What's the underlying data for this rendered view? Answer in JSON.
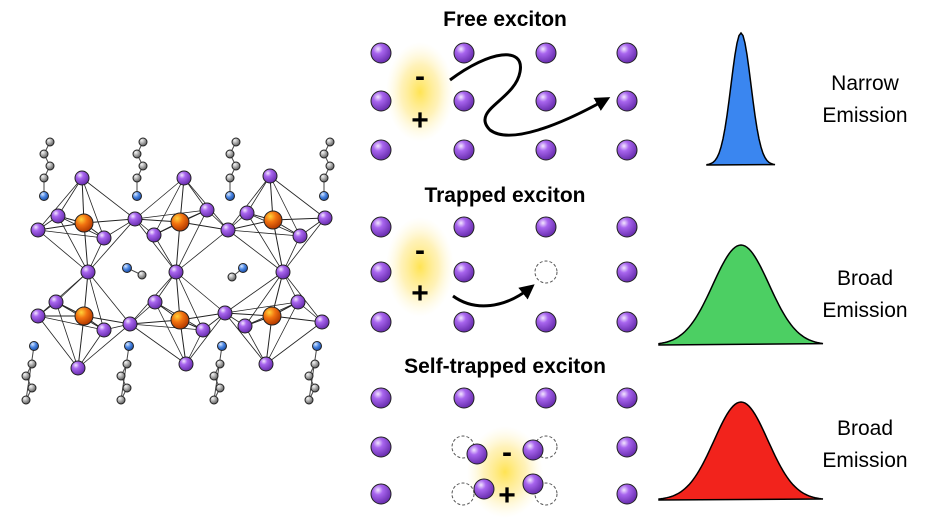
{
  "panels": {
    "free": {
      "title": "Free exciton",
      "emission_line1": "Narrow",
      "emission_line2": "Emission",
      "peak_color": "#3a86f0"
    },
    "trapped": {
      "title": "Trapped exciton",
      "emission_line1": "Broad",
      "emission_line2": "Emission",
      "peak_color": "#4ccf63"
    },
    "self_trapped": {
      "title": "Self-trapped exciton",
      "emission_line1": "Broad",
      "emission_line2": "Emission",
      "peak_color": "#f2231c"
    }
  },
  "charges": {
    "minus": "-",
    "plus": "+"
  },
  "colors": {
    "lattice_atom": "#9b55e0",
    "metal_center": "#f06a10",
    "nitrogen": "#3f7fe0",
    "carbon": "#9a9a9a",
    "exciton_glow": "#ffe36a"
  }
}
